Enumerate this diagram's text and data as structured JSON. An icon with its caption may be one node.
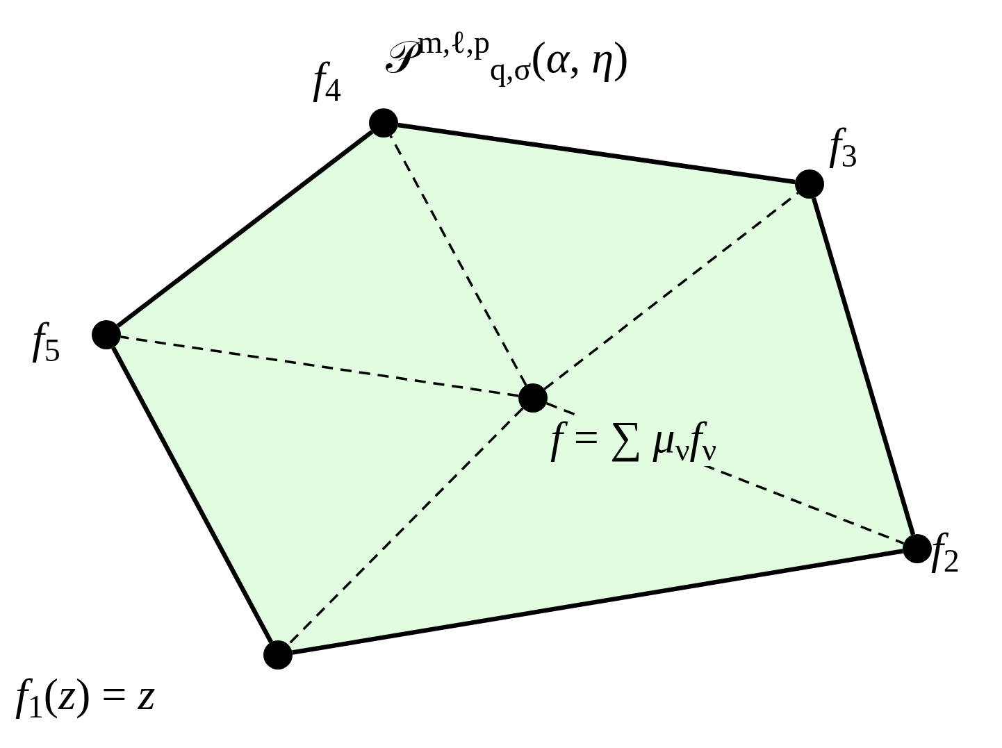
{
  "diagram": {
    "nodes": [
      {
        "text": [],
        "shape": "circle",
        "beside": [
          "*f*$_{1}$(*z*) = *z*"
        ]
      },
      {
        "text": [],
        "shape": "circle",
        "beside": [
          "*f*$_{2}$"
        ]
      },
      {
        "text": [],
        "shape": "circle",
        "beside": [
          "*f*$_{3}$"
        ]
      },
      {
        "text": [],
        "shape": "circle",
        "beside": [
          "*f*$_{4}$"
        ]
      },
      {
        "text": [],
        "shape": "circle",
        "beside": [
          "*f*$_{5}$"
        ]
      },
      {
        "text": [],
        "shape": "circle",
        "beside": [
          "*f* = ∑ *μ*$_{ν}$*f*$_{ν}$"
        ]
      }
    ],
    "edges": [
      {
        "from": 0,
        "to": 1,
        "arrow": "none",
        "style": "thick"
      },
      {
        "from": 1,
        "to": 2,
        "arrow": "none",
        "style": "thick"
      },
      {
        "from": 2,
        "to": 3,
        "arrow": "none",
        "style": "thick"
      },
      {
        "from": 3,
        "to": 4,
        "arrow": "none",
        "style": "thick"
      },
      {
        "from": 4,
        "to": 0,
        "arrow": "none",
        "style": "thick"
      },
      {
        "from": 5,
        "to": 0,
        "arrow": "none",
        "style": "dashed"
      },
      {
        "from": 5,
        "to": 1,
        "arrow": "none",
        "style": "dashed"
      },
      {
        "from": 5,
        "to": 2,
        "arrow": "none",
        "style": "dashed"
      },
      {
        "from": 5,
        "to": 3,
        "arrow": "none",
        "style": "dashed"
      },
      {
        "from": 5,
        "to": 4,
        "arrow": "none",
        "style": "dashed"
      }
    ],
    "labels": [
      "𝒫$^{m,ℓ,p}$$_{q,σ}$(*α*, *η*)"
    ]
  }
}
